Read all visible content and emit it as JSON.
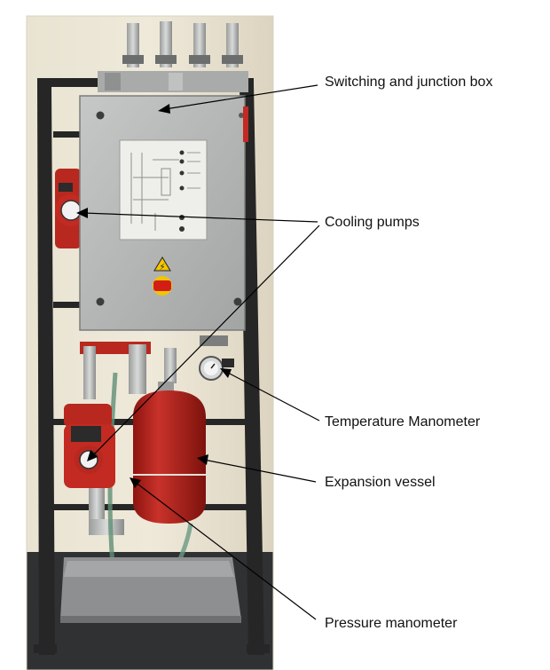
{
  "annotations": [
    {
      "id": "switching",
      "text": "Switching and junction box"
    },
    {
      "id": "cooling",
      "text": "Cooling pumps"
    },
    {
      "id": "temperature",
      "text": "Temperature Manometer"
    },
    {
      "id": "expansion",
      "text": "Expansion vessel"
    },
    {
      "id": "pressure",
      "text": "Pressure manometer"
    }
  ],
  "panel_sign": {
    "warning_symbol": "⚡"
  },
  "colors": {
    "frame": "#2a2a2a",
    "box": "#b5b7b6",
    "vessel": "#b32019",
    "pump": "#c22a22",
    "wall": "#e6dfcd",
    "floor": "#2f3133",
    "tray": "#8d8f91"
  }
}
